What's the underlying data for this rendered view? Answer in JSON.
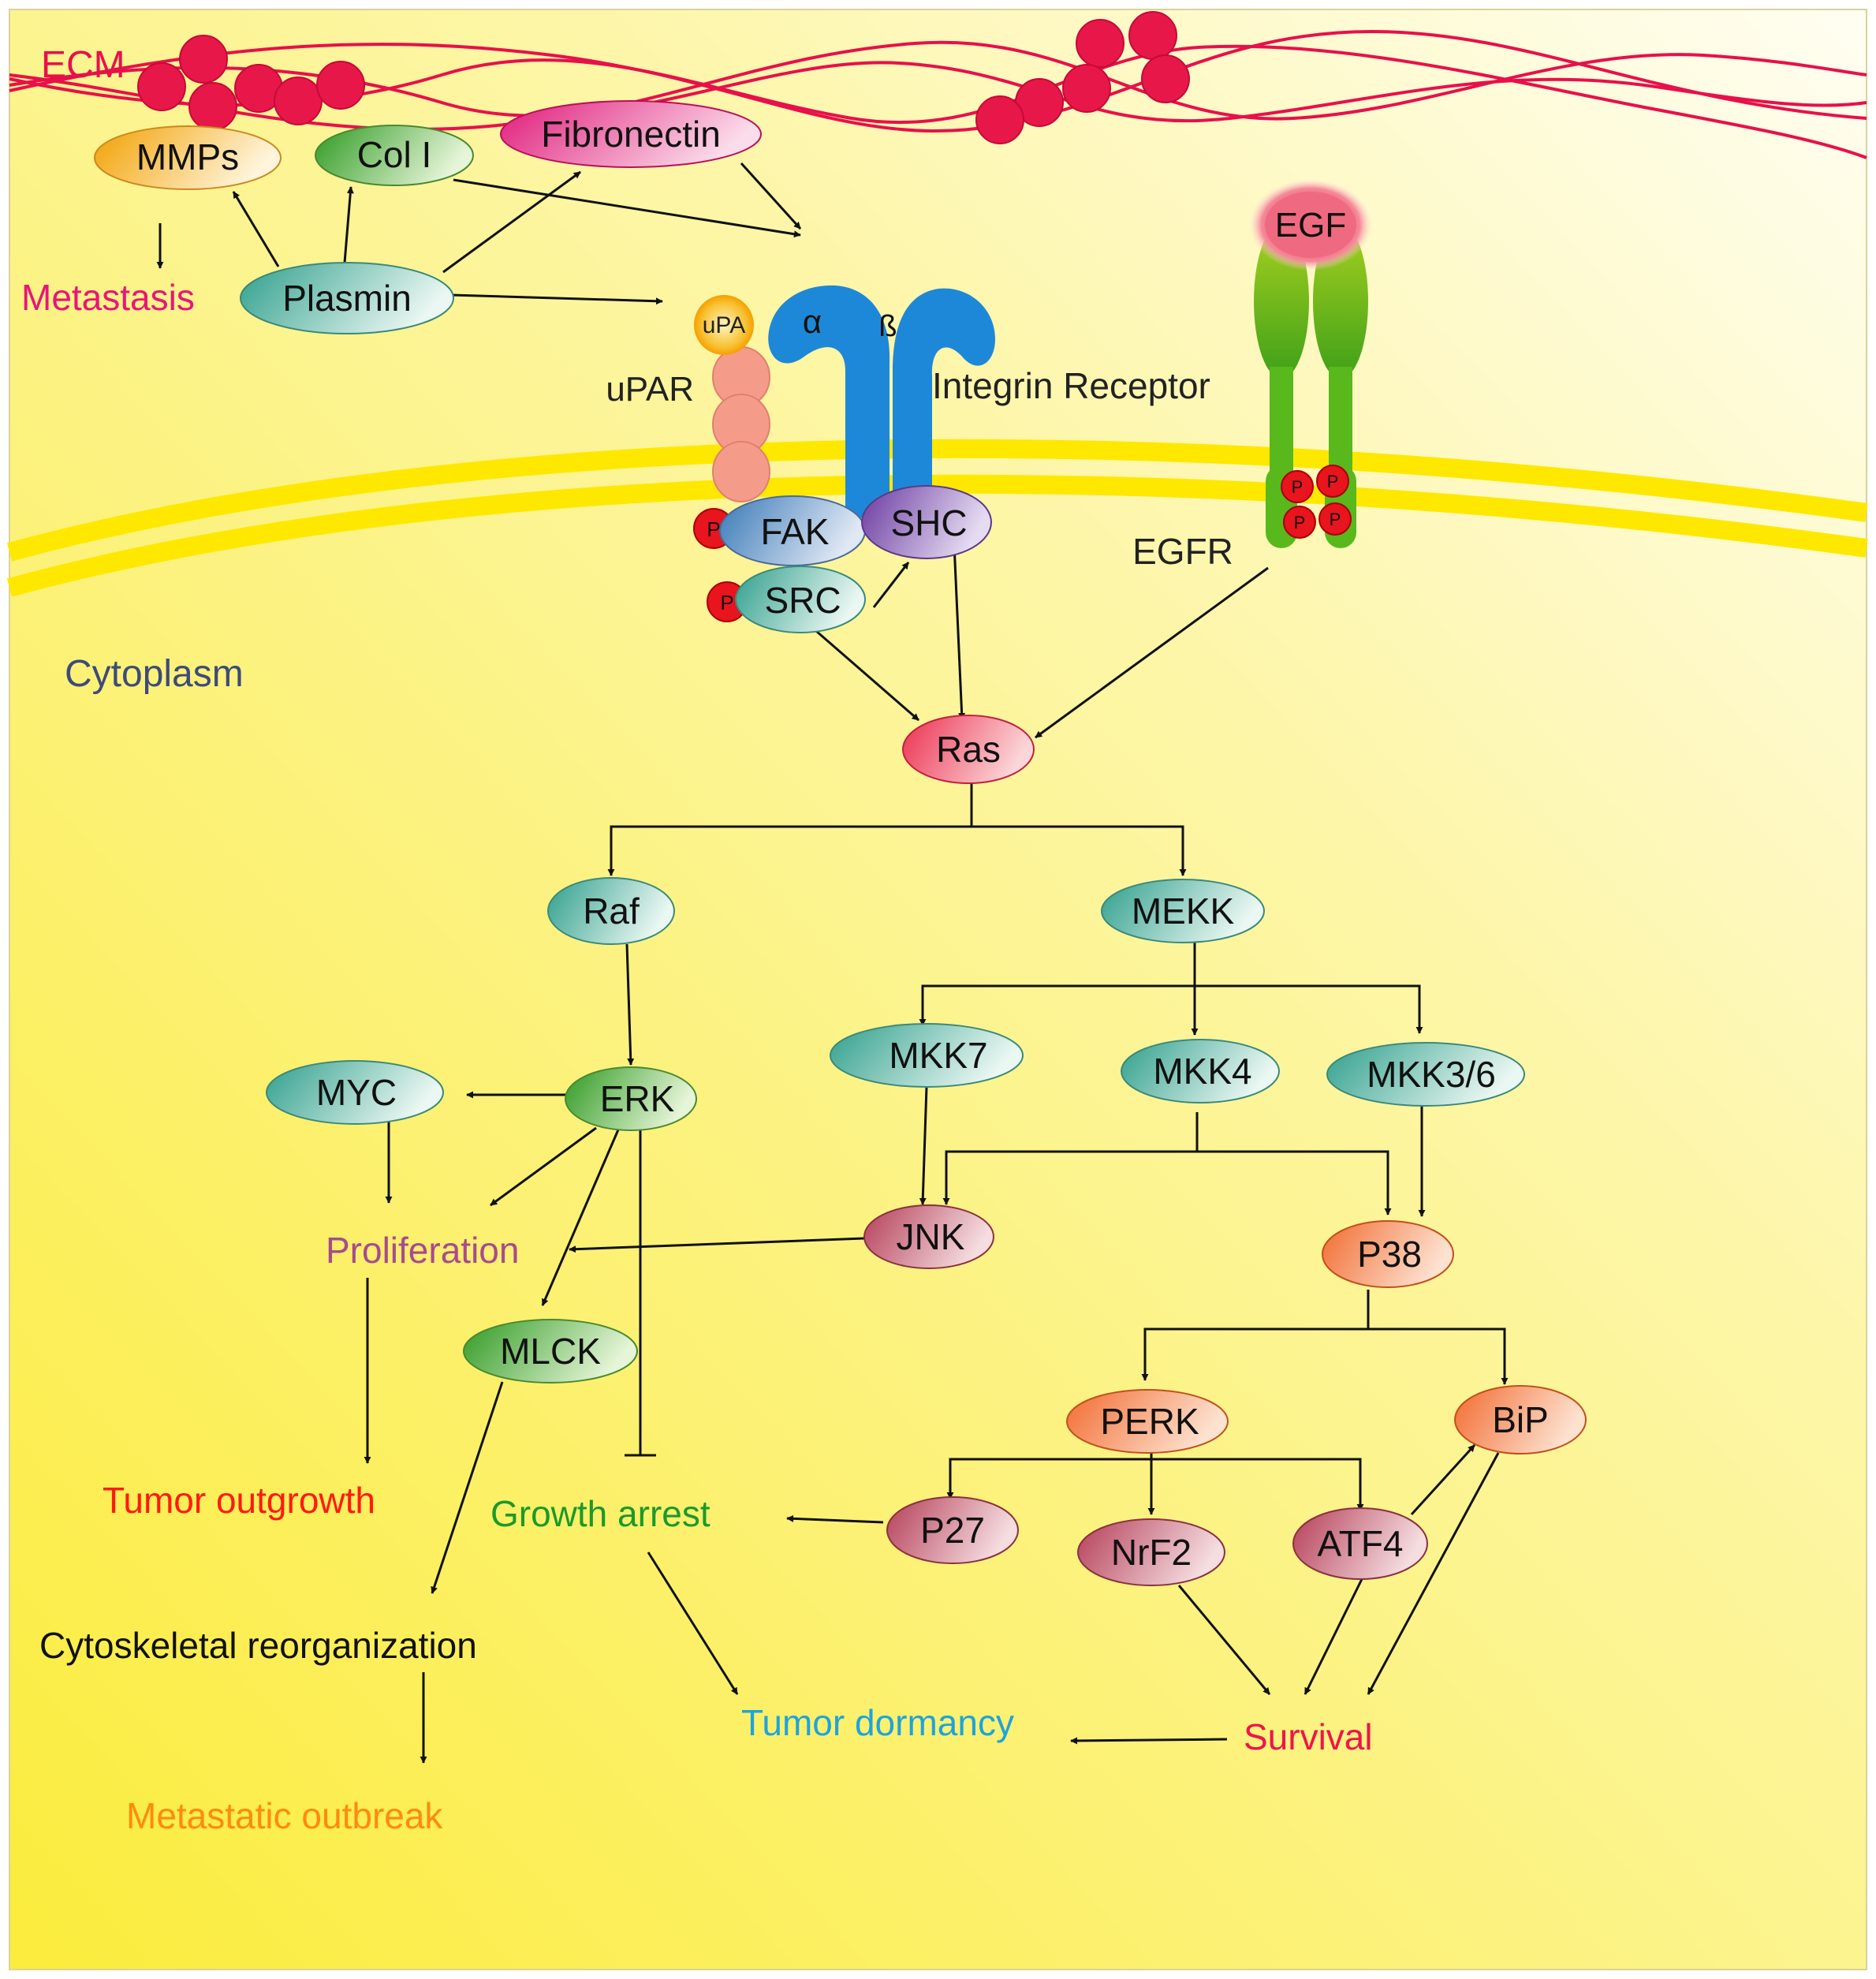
{
  "labels": {
    "ecm": "ECM",
    "cytoplasm": "Cytoplasm",
    "upar": "uPAR",
    "upa": "uPA",
    "alpha": "α",
    "beta": "ß",
    "integrin_receptor": "Integrin Receptor",
    "egfr": "EGFR",
    "egf": "EGF",
    "phospho": "P"
  },
  "nodes": {
    "mmps": "MMPs",
    "col1": "Col I",
    "fibronectin": "Fibronectin",
    "plasmin": "Plasmin",
    "fak": "FAK",
    "src": "SRC",
    "shc": "SHC",
    "ras": "Ras",
    "raf": "Raf",
    "mekk": "MEKK",
    "erk": "ERK",
    "myc": "MYC",
    "mkk7": "MKK7",
    "mkk4": "MKK4",
    "mkk36": "MKK3/6",
    "jnk": "JNK",
    "p38": "P38",
    "mlck": "MLCK",
    "perk": "PERK",
    "bip": "BiP",
    "p27": "P27",
    "nrf2": "NrF2",
    "atf4": "ATF4"
  },
  "outcomes": {
    "metastasis": "Metastasis",
    "proliferation": "Proliferation",
    "tumor_outgrowth": "Tumor outgrowth",
    "growth_arrest": "Growth arrest",
    "cytoskeletal": "Cytoskeletal reorganization",
    "metastatic_outbreak": "Metastatic outbreak",
    "tumor_dormancy": "Tumor dormancy",
    "survival": "Survival"
  },
  "colors": {
    "background_top": "#fffde6",
    "background_bottom": "#fbed45",
    "ecm_fiber": "#e8104a",
    "membrane": "#ffe800",
    "integrin": "#1e88d8",
    "egfr": "#58b81c",
    "teal_node": "#3aaa98",
    "pink_node": "#c24a64",
    "orange_node": "#f47a40",
    "green_node": "#3fa82a",
    "metastasis": "#e8157a",
    "proliferation": "#a84a8e",
    "tumor_outgrowth": "#ff1a10",
    "growth_arrest": "#1a9a2a",
    "cytoskeletal": "#111111",
    "metastatic_outbreak": "#ff8a10",
    "tumor_dormancy": "#1ea4dc",
    "survival": "#f0144a",
    "cytoplasm": "#3e4a7a"
  }
}
